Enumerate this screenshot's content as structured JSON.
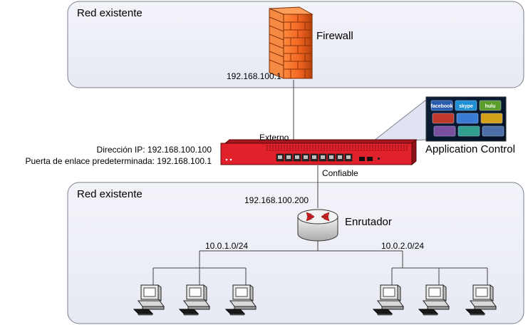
{
  "top_network": {
    "title": "Red existente"
  },
  "firewall": {
    "label": "Firewall",
    "ip": "192.168.100.1"
  },
  "appliance": {
    "external_label": "Externo",
    "trusted_label": "Confiable",
    "ip_line": "Dirección IP: 192.168.100.100",
    "gateway_line": "Puerta de enlace predeterminada: 192.168.100.1"
  },
  "app_control": {
    "label": "Application Control",
    "tiles": [
      "facebook",
      "skype",
      "hulu",
      "",
      "",
      "",
      "",
      "",
      "",
      ""
    ]
  },
  "bottom_network": {
    "title": "Red existente"
  },
  "router": {
    "label": "Enrutador",
    "ip": "192.168.100.200"
  },
  "subnets": [
    {
      "label": "10.0.1.0/24"
    },
    {
      "label": "10.0.2.0/24"
    }
  ],
  "colors": {
    "panel_fill": "#eef0f8",
    "panel_stroke": "#7a7f8c",
    "appliance_red": "#e0212c",
    "firewall_orange": "#f26522",
    "router_red": "#cc1f1f"
  }
}
